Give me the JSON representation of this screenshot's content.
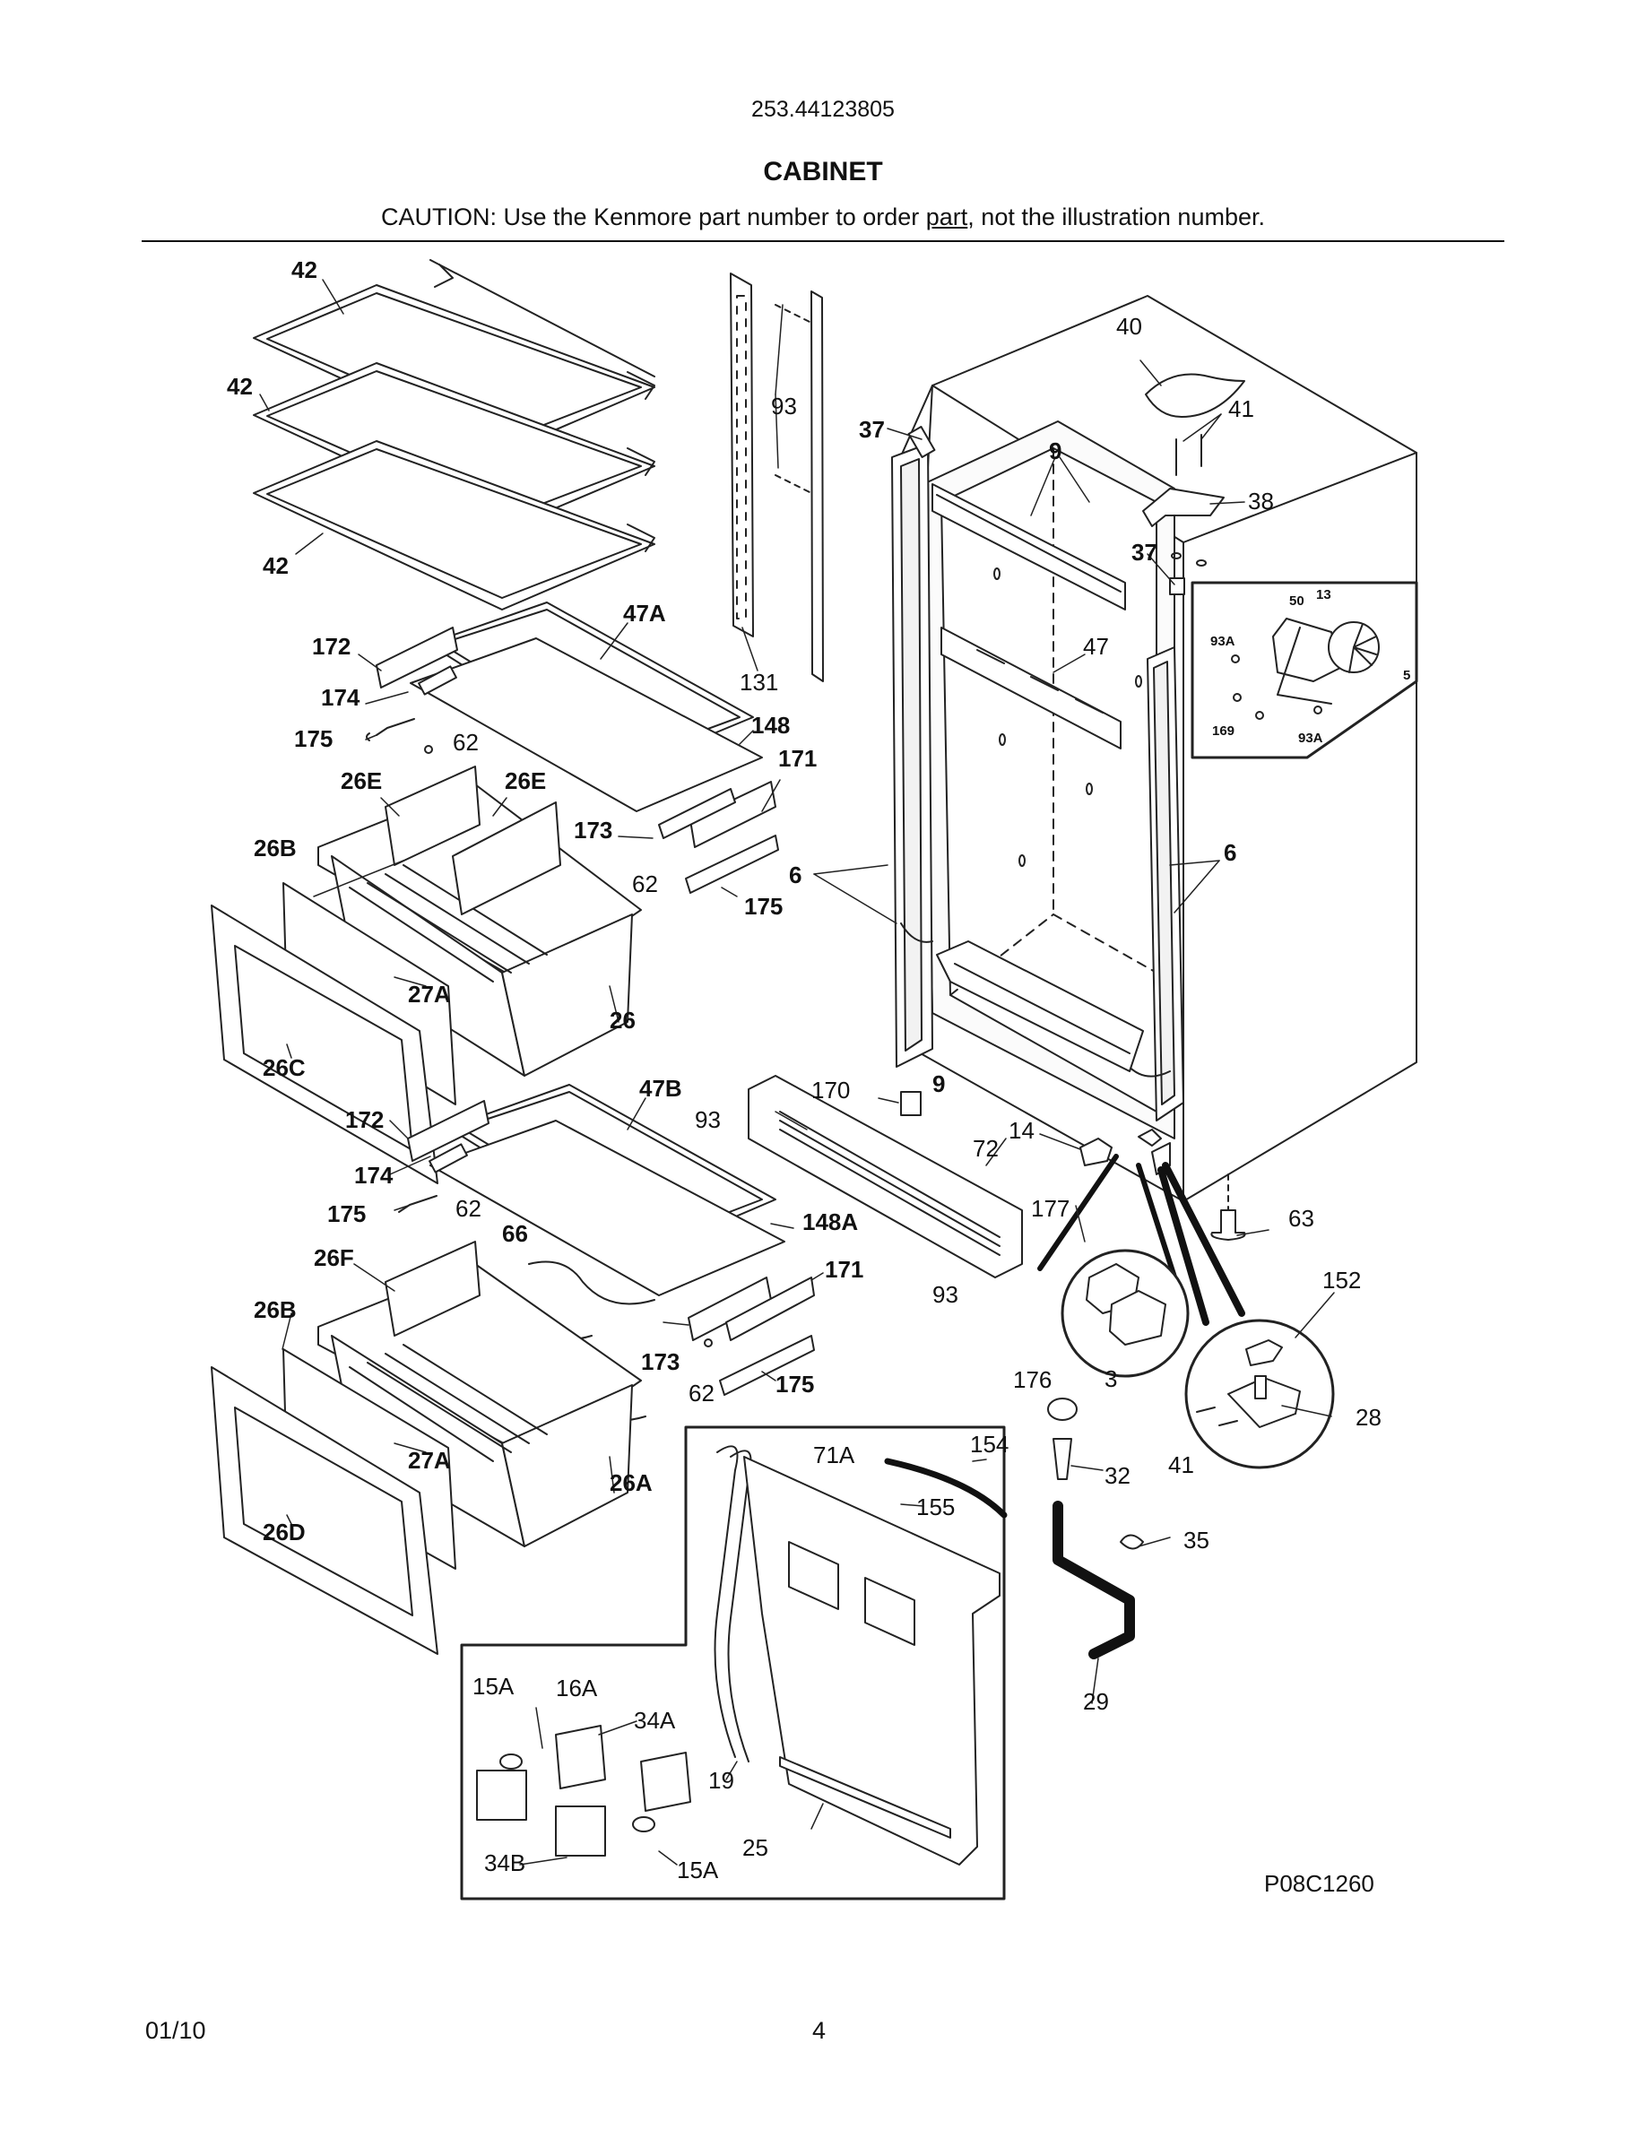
{
  "header": {
    "model": "253.44123805",
    "title": "CABINET",
    "caution_before": "CAUTION: Use the Kenmore part number to order ",
    "caution_link": "part",
    "caution_after": ", not the illustration number."
  },
  "diagram": {
    "code": "P08C1260",
    "callouts": {
      "c42a": "42",
      "c42b": "42",
      "c42c": "42",
      "c93a": "93",
      "c131": "131",
      "c37a": "37",
      "c37b": "37",
      "c40": "40",
      "c41a": "41",
      "c38": "38",
      "c9a": "9",
      "c9b": "9",
      "c47": "47",
      "c6a": "6",
      "c6b": "6",
      "c50": "50",
      "c13": "13",
      "c93Aa": "93A",
      "c93Ab": "93A",
      "c5": "5",
      "c169": "169",
      "c172a": "172",
      "c47A": "47A",
      "c174a": "174",
      "c175a": "175",
      "c62a": "62",
      "c148": "148",
      "c26Ea": "26E",
      "c26Eb": "26E",
      "c171a": "171",
      "c173a": "173",
      "c26Ba": "26B",
      "c62b": "62",
      "c175b": "175",
      "c27Aa": "27A",
      "c26": "26",
      "c26C": "26C",
      "c170": "170",
      "c93b": "93",
      "c14": "14",
      "c72": "72",
      "c63": "63",
      "c172b": "172",
      "c47B": "47B",
      "c174b": "174",
      "c175c": "175",
      "c62c": "62",
      "c66": "66",
      "c148A": "148A",
      "c26F": "26F",
      "c171b": "171",
      "c26Bb": "26B",
      "c173b": "173",
      "c62d": "62",
      "c175d": "175",
      "c27Ab": "27A",
      "c26A": "26A",
      "c26D": "26D",
      "c177": "177",
      "c93c": "93",
      "c152": "152",
      "c176": "176",
      "c3": "3",
      "c28": "28",
      "c41b": "41",
      "c32": "32",
      "c35": "35",
      "c29": "29",
      "c71A": "71A",
      "c154": "154",
      "c155": "155",
      "c15Aa": "15A",
      "c16A": "16A",
      "c34A": "34A",
      "c19": "19",
      "c34B": "34B",
      "c15Ab": "15A",
      "c25": "25"
    }
  },
  "footer": {
    "date": "01/10",
    "page": "4"
  }
}
